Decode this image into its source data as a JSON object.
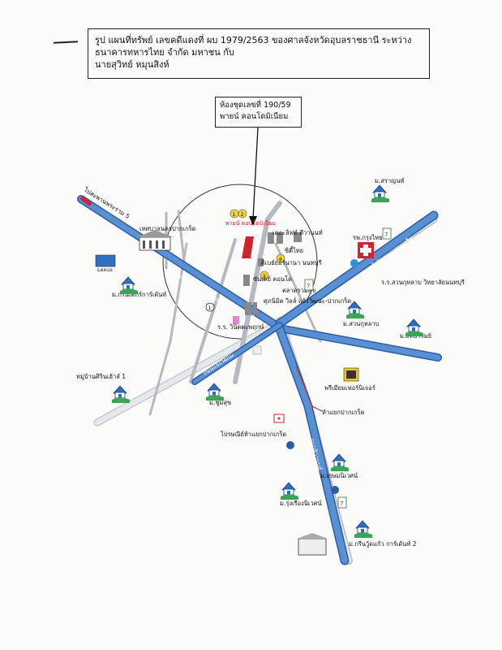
{
  "header": {
    "line1": "รูป แผนที่ทรัพย์ เลขคดีแดงที่ ผบ 1979/2563  ของศาลจังหวัดอุบลราชธานี  ระหว่าง",
    "line2": "ธนาคารทหารไทย จำกัด มหาชน  กับ",
    "line3": "นายสุวิทย์ หมุนสิงห์"
  },
  "callout": {
    "line1": "ห้องชุดเลขที่ 190/59",
    "line2": "พายน์ คอนโดมิเนียม"
  },
  "roads": {
    "rama5": "ไปสะพานพระราม 5",
    "chaengwattana_left": "ถนนแจ้งวัฒนะ - ปากเกร็ด",
    "chaengwattana_right": "ถนนแจ้งวัฒนะ - ปากเกร็ด",
    "chaengwattana_top": "ถนนแจ้งวัฒนะ - ปากเกร็ด",
    "tiwanon": "ถนนติวานนท์",
    "chaengwattana_small": "ถนนแจ้งวัฒนะ"
  },
  "numbers": {
    "n1": "1",
    "n2": "2",
    "n3": "3",
    "n4": "4",
    "n1b": "1"
  },
  "places": {
    "pine_condo": "พายน์ คอนโดมิเนียม",
    "pakkret_municipality": "เทศบาลนครปากเกร็ด",
    "lexus": "Lexus",
    "green_garden": "ม.กรีนเด็กร์การ์เด้นท์",
    "laksi_pinklao": "เดอะลิฟท์ ตีวานนท์",
    "city_thai": "ซิตี้ไทย",
    "de_miami": "ดิเบย์ยอร์นานา นนทบุรี",
    "sunday_condo": "ซันเดย์ คอนโด",
    "market": "ตลาดรวมสุข",
    "supreme_villa": "ศุภนิมิต วิลล์ แจ้งวัฒนะ-ปากเกร็ด",
    "school_thewin": "ร.ร. วินิตตะพฤกษ์",
    "village_sirin": "หมู่บ้านศิรินเฮ้าส์ 1",
    "m_somsuk": "ม.ชูมสุข",
    "m_saranan": "ม.สราญนท์",
    "bangkok_hospital": "รพ.กรุงไทย",
    "school_suankularb": "ร.ร.สวนกุหลาบ วิทยาลัยนนทบุรี",
    "m_suankularb": "ม.สวนกุหลาบ",
    "m_sitarom": "ม.สิทธารมย์",
    "premier_furniture": "พรีเมียมเฟอร์นิเจอร์",
    "pakkret_junction": "ห้าแยกปากเกร็ด",
    "post_office": "ไปรษณีย์ห้าแยกปากเกร็ด",
    "m_kittinan": "ม.เกษมนิเวศน์",
    "m_rungruang": "ม.รุ่งเรืองนิเวศน์",
    "m_greenwood2": "ม.กรีนวู้ดแก้ว การ์เด้นท์ 2",
    "seven_eleven": "7"
  },
  "colors": {
    "road_blue": "#5a8fd1",
    "road_grey": "#b5b9c1",
    "road_dark": "#2a5fa8",
    "accent_red": "#d1242f",
    "house_green": "#3aa655"
  },
  "icons": [
    "house-icon",
    "hospital-cross-icon",
    "seven-eleven-icon",
    "condo-marker-icon",
    "building-icon",
    "post-office-icon",
    "furniture-icon"
  ]
}
